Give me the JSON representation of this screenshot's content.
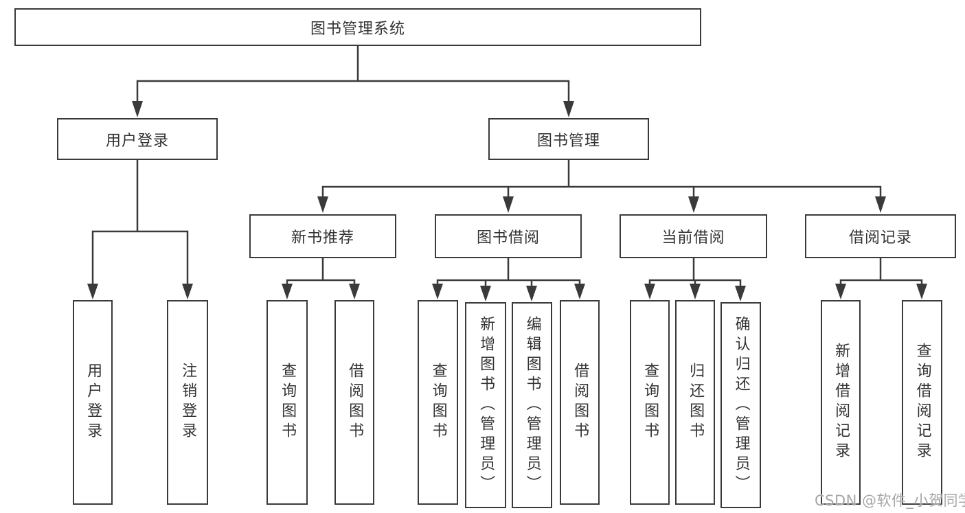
{
  "diagram": {
    "root": "图书管理系统",
    "branches": [
      {
        "label": "用户登录",
        "children": [
          "用户登录",
          "注销登录"
        ]
      },
      {
        "label": "图书管理",
        "groups": [
          {
            "label": "新书推荐",
            "children": [
              "查询图书",
              "借阅图书"
            ]
          },
          {
            "label": "图书借阅",
            "children": [
              "查询图书",
              "新增图书（管理员）",
              "编辑图书（管理员）",
              "借阅图书"
            ]
          },
          {
            "label": "当前借阅",
            "children": [
              "查询图书",
              "归还图书",
              "确认归还（管理员）"
            ]
          },
          {
            "label": "借阅记录",
            "children": [
              "新增借阅记录",
              "查询借阅记录"
            ]
          }
        ]
      }
    ]
  },
  "watermark": "CSDN @软件_小贺同学",
  "colors": {
    "line": "#3a3a3a",
    "text": "#333333",
    "watermark": "#a6a6a6",
    "background": "#ffffff"
  }
}
